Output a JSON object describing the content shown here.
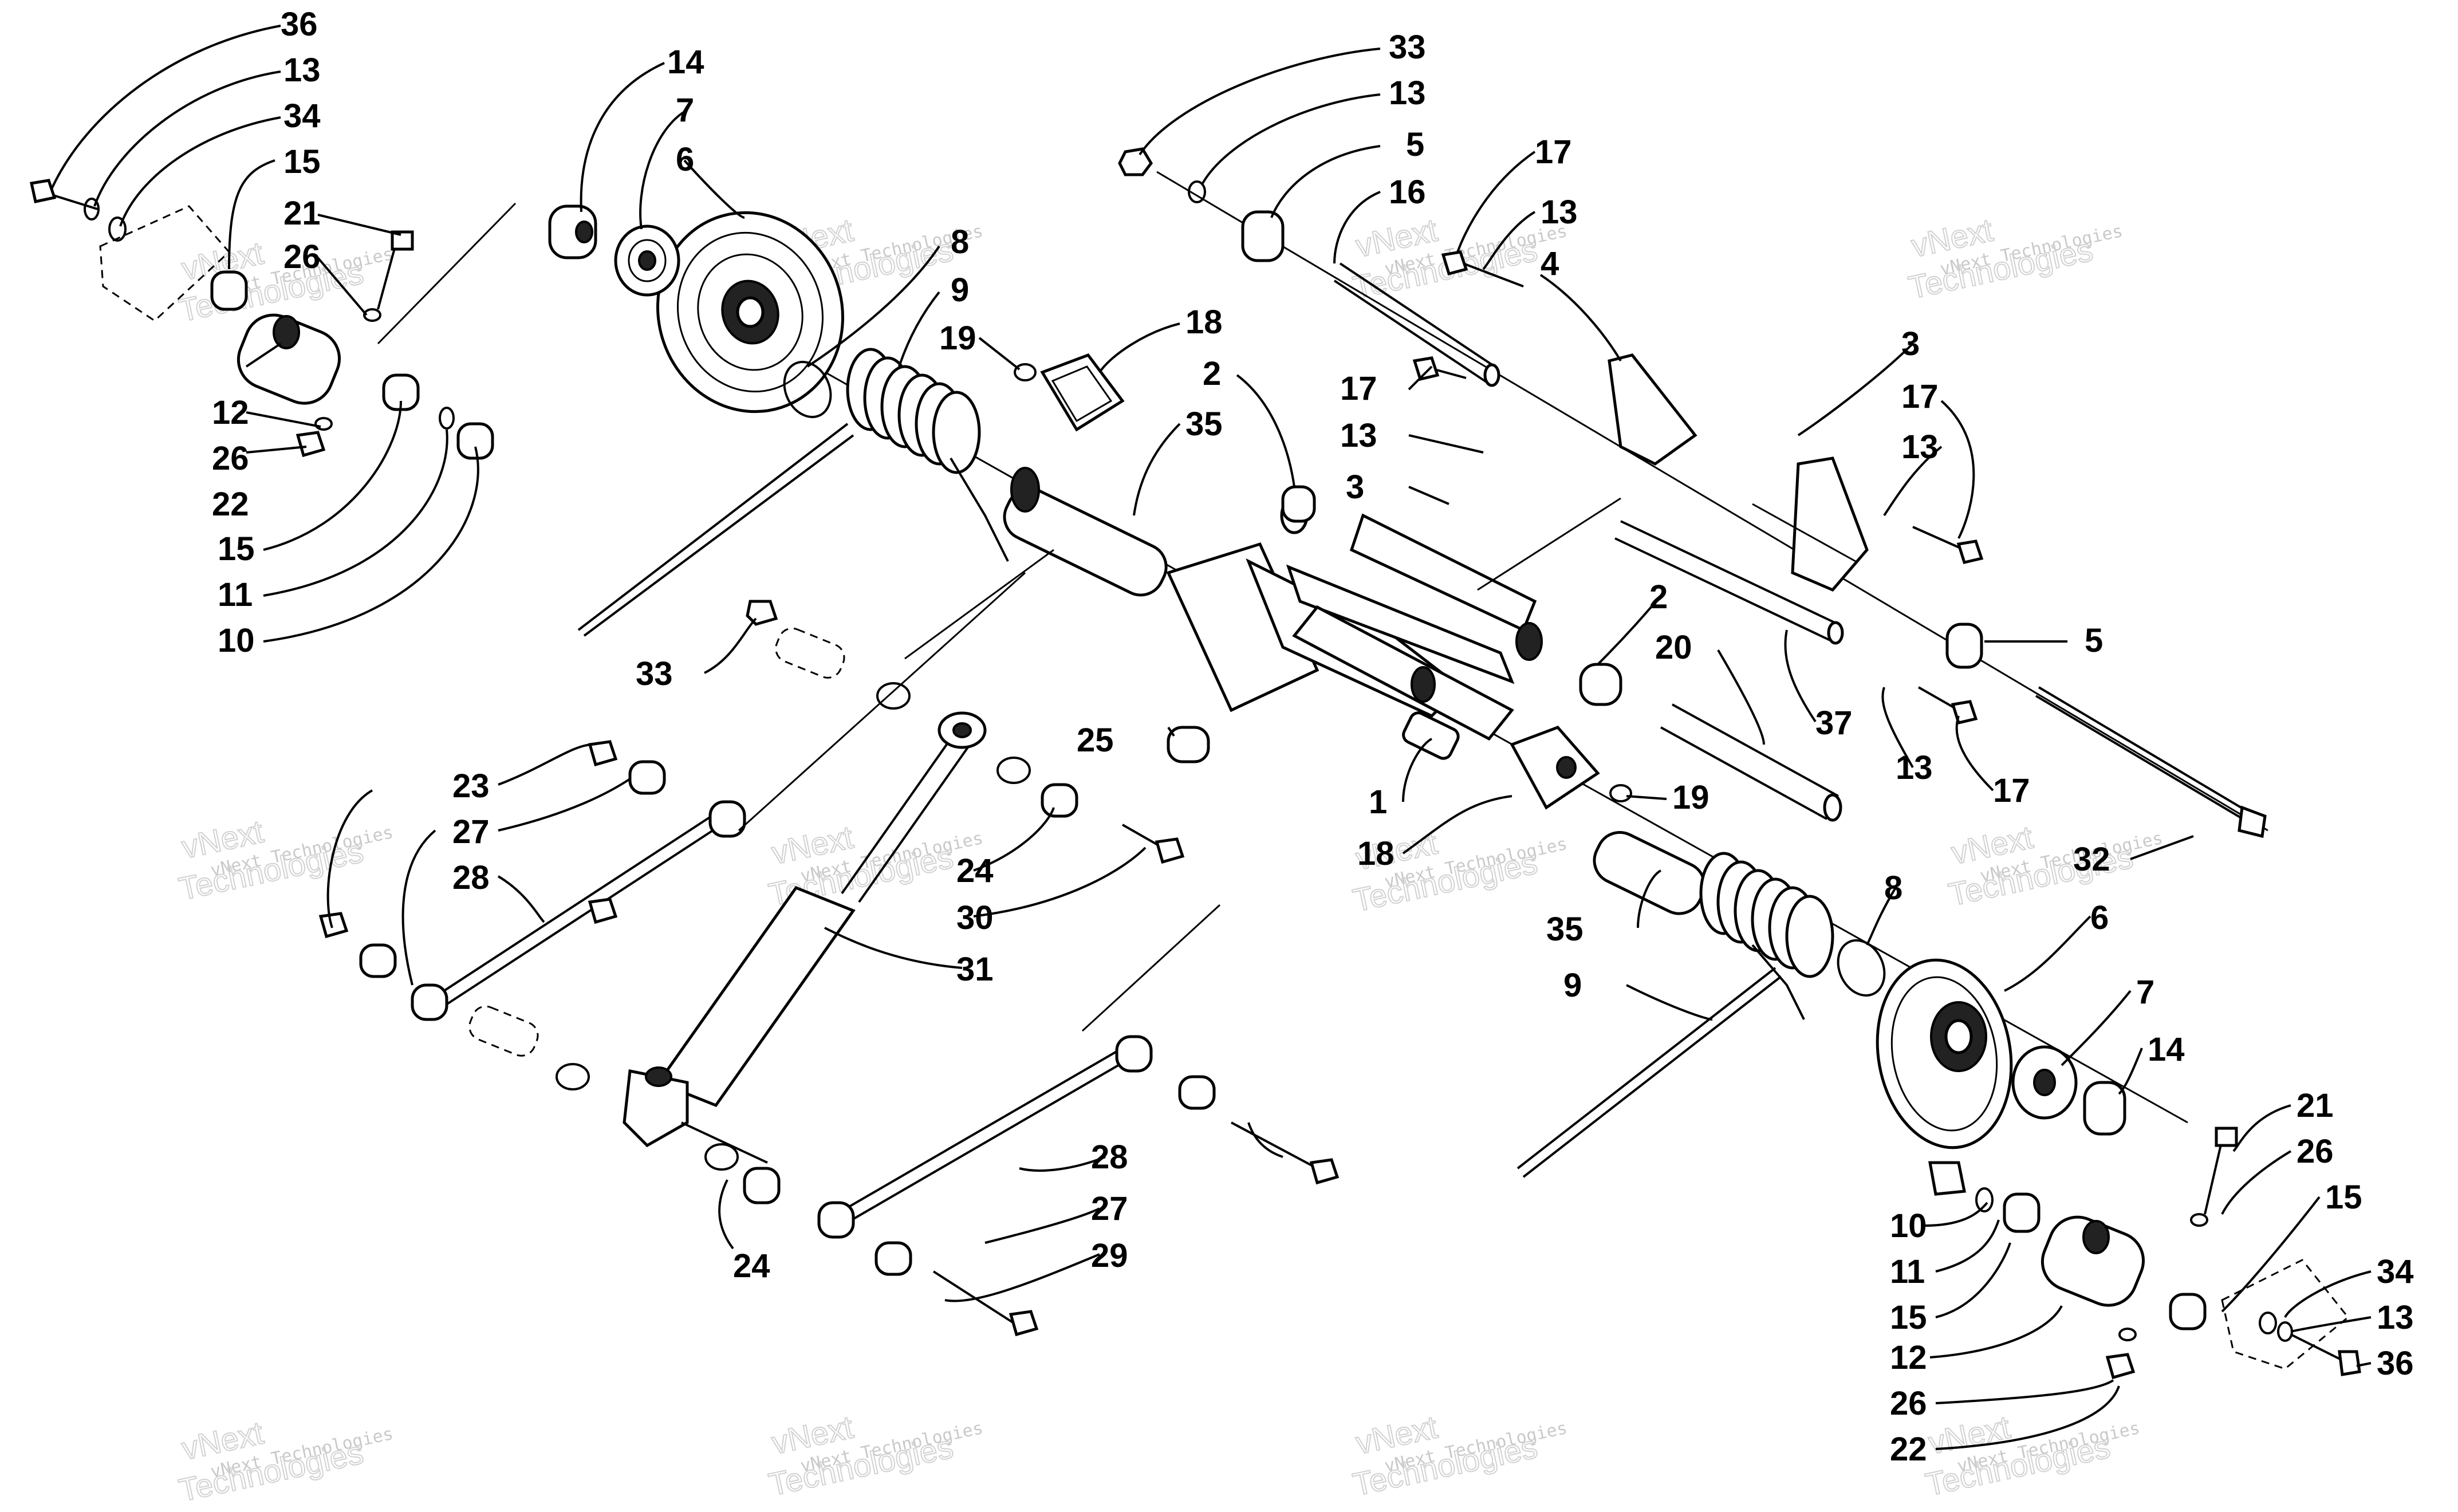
{
  "callouts": {
    "c36a": "36",
    "c13a": "13",
    "c34a": "34",
    "c15a": "15",
    "c21a": "21",
    "c26a": "26",
    "c12a": "12",
    "c26b": "26",
    "c22a": "22",
    "c15b": "15",
    "c11a": "11",
    "c10a": "10",
    "c14a": "14",
    "c7a": "7",
    "c6a": "6",
    "c8a": "8",
    "c9a": "9",
    "c19a": "19",
    "c18a": "18",
    "c2a": "2",
    "c35a": "35",
    "c33a": "33",
    "c13b": "13",
    "c5a": "5",
    "c16a": "16",
    "c17a": "17",
    "c13c": "13",
    "c4a": "4",
    "c17b": "17",
    "c13d": "13",
    "c3a": "3",
    "c3b": "3",
    "c17c": "17",
    "c13e": "13",
    "c2b": "2",
    "c20a": "20",
    "c37a": "37",
    "c5b": "5",
    "c13f": "13",
    "c17d": "17",
    "c1a": "1",
    "c18b": "18",
    "c19b": "19",
    "c25a": "25",
    "c32a": "32",
    "c33b": "33",
    "c23a": "23",
    "c27a": "27",
    "c28a": "28",
    "c24a": "24",
    "c30a": "30",
    "c31a": "31",
    "c35b": "35",
    "c8b": "8",
    "c9b": "9",
    "c6b": "6",
    "c7b": "7",
    "c14b": "14",
    "c28b": "28",
    "c27b": "27",
    "c29a": "29",
    "c24b": "24",
    "c21b": "21",
    "c26c": "26",
    "c15c": "15",
    "c10b": "10",
    "c11b": "11",
    "c15d": "15",
    "c12b": "12",
    "c26d": "26",
    "c22b": "22",
    "c34b": "34",
    "c13g": "13",
    "c36b": "36"
  },
  "watermark": {
    "small": "vNext Technologies",
    "large_line1": "vNext",
    "large_line2": "Technologies"
  }
}
